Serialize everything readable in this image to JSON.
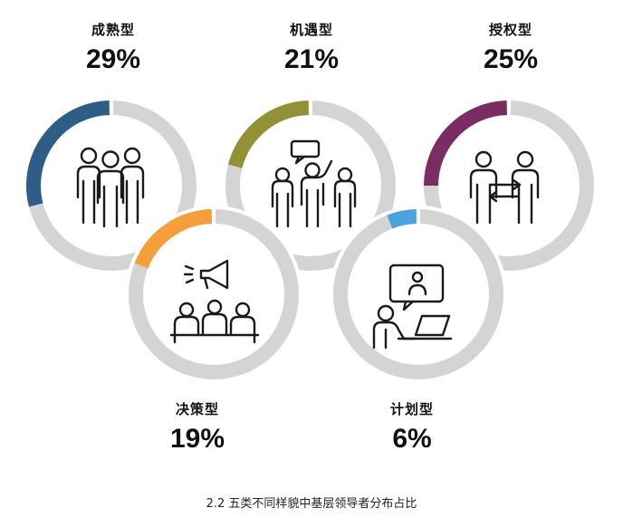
{
  "chart_data": {
    "type": "pie",
    "title": "",
    "categories": [
      "成熟型",
      "机遇型",
      "授权型",
      "决策型",
      "计划型"
    ],
    "values": [
      29,
      21,
      25,
      19,
      6
    ],
    "value_labels": [
      "29%",
      "21%",
      "25%",
      "19%",
      "6%"
    ],
    "colors": [
      "#2e5d87",
      "#939136",
      "#7d2b63",
      "#f59f3a",
      "#4aa3dc"
    ],
    "track_color": "#d4d4d4",
    "icons": [
      "group-of-three-people-icon",
      "people-with-speech-bubble-icon",
      "two-people-exchange-arrows-icon",
      "team-meeting-megaphone-icon",
      "person-at-laptop-video-call-icon"
    ],
    "caption": "2.2 五类不同样貌中基层领导者分布占比"
  }
}
